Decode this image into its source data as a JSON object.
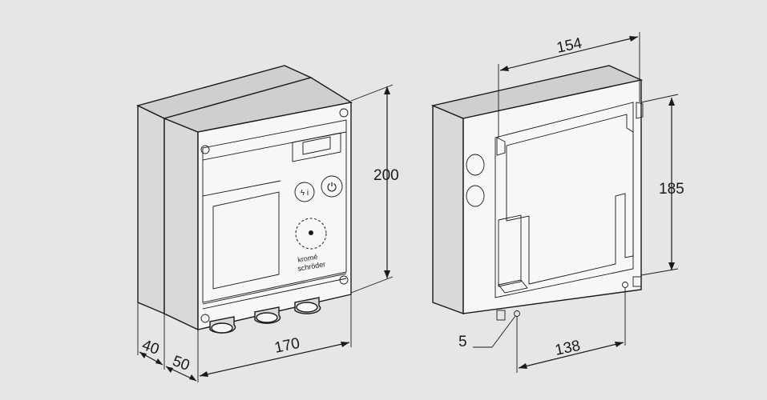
{
  "figure": {
    "left_unit": {
      "dims": {
        "height": "200",
        "width": "170",
        "depth_a": "40",
        "depth_b": "50"
      },
      "logo_line1": "kromé",
      "logo_line2": "schröder",
      "button_left_glyph": "ϟ i",
      "button_right_glyph": "⏻"
    },
    "right_unit": {
      "dims": {
        "width_top": "154",
        "height": "185",
        "bottom": "138",
        "callout": "5"
      }
    },
    "colors": {
      "background": "#e6e6e6",
      "line": "#1a1a1a",
      "panel": "#f7f7f7",
      "side": "#d9d9d9"
    }
  }
}
